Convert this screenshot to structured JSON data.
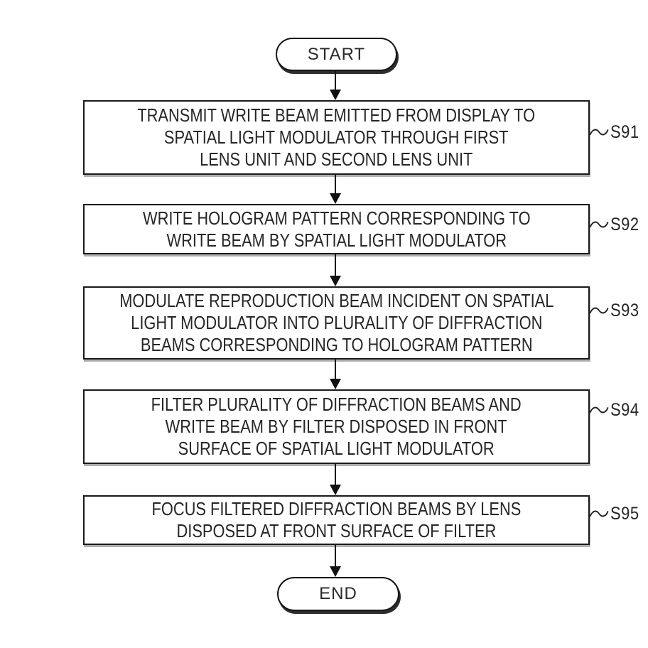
{
  "flowchart": {
    "terminals": {
      "start": "START",
      "end": "END"
    },
    "steps": [
      {
        "tag": "S91",
        "lines": [
          "TRANSMIT WRITE BEAM EMITTED FROM DISPLAY TO",
          "SPATIAL LIGHT MODULATOR THROUGH FIRST",
          "LENS UNIT AND SECOND LENS UNIT"
        ]
      },
      {
        "tag": "S92",
        "lines": [
          "WRITE HOLOGRAM PATTERN CORRESPONDING TO",
          "WRITE BEAM BY SPATIAL LIGHT MODULATOR"
        ]
      },
      {
        "tag": "S93",
        "lines": [
          "MODULATE REPRODUCTION BEAM INCIDENT ON SPATIAL",
          "LIGHT MODULATOR INTO PLURALITY OF DIFFRACTION",
          "BEAMS CORRESPONDING TO HOLOGRAM PATTERN"
        ]
      },
      {
        "tag": "S94",
        "lines": [
          "FILTER PLURALITY OF DIFFRACTION BEAMS AND",
          "WRITE BEAM BY FILTER DISPOSED IN FRONT",
          "SURFACE OF SPATIAL LIGHT MODULATOR"
        ]
      },
      {
        "tag": "S95",
        "lines": [
          "FOCUS FILTERED DIFFRACTION BEAMS BY LENS",
          "DISPOSED AT FRONT SURFACE OF FILTER"
        ]
      }
    ],
    "colors": {
      "ink": "#1a1a1a",
      "paper": "#ffffff"
    }
  }
}
